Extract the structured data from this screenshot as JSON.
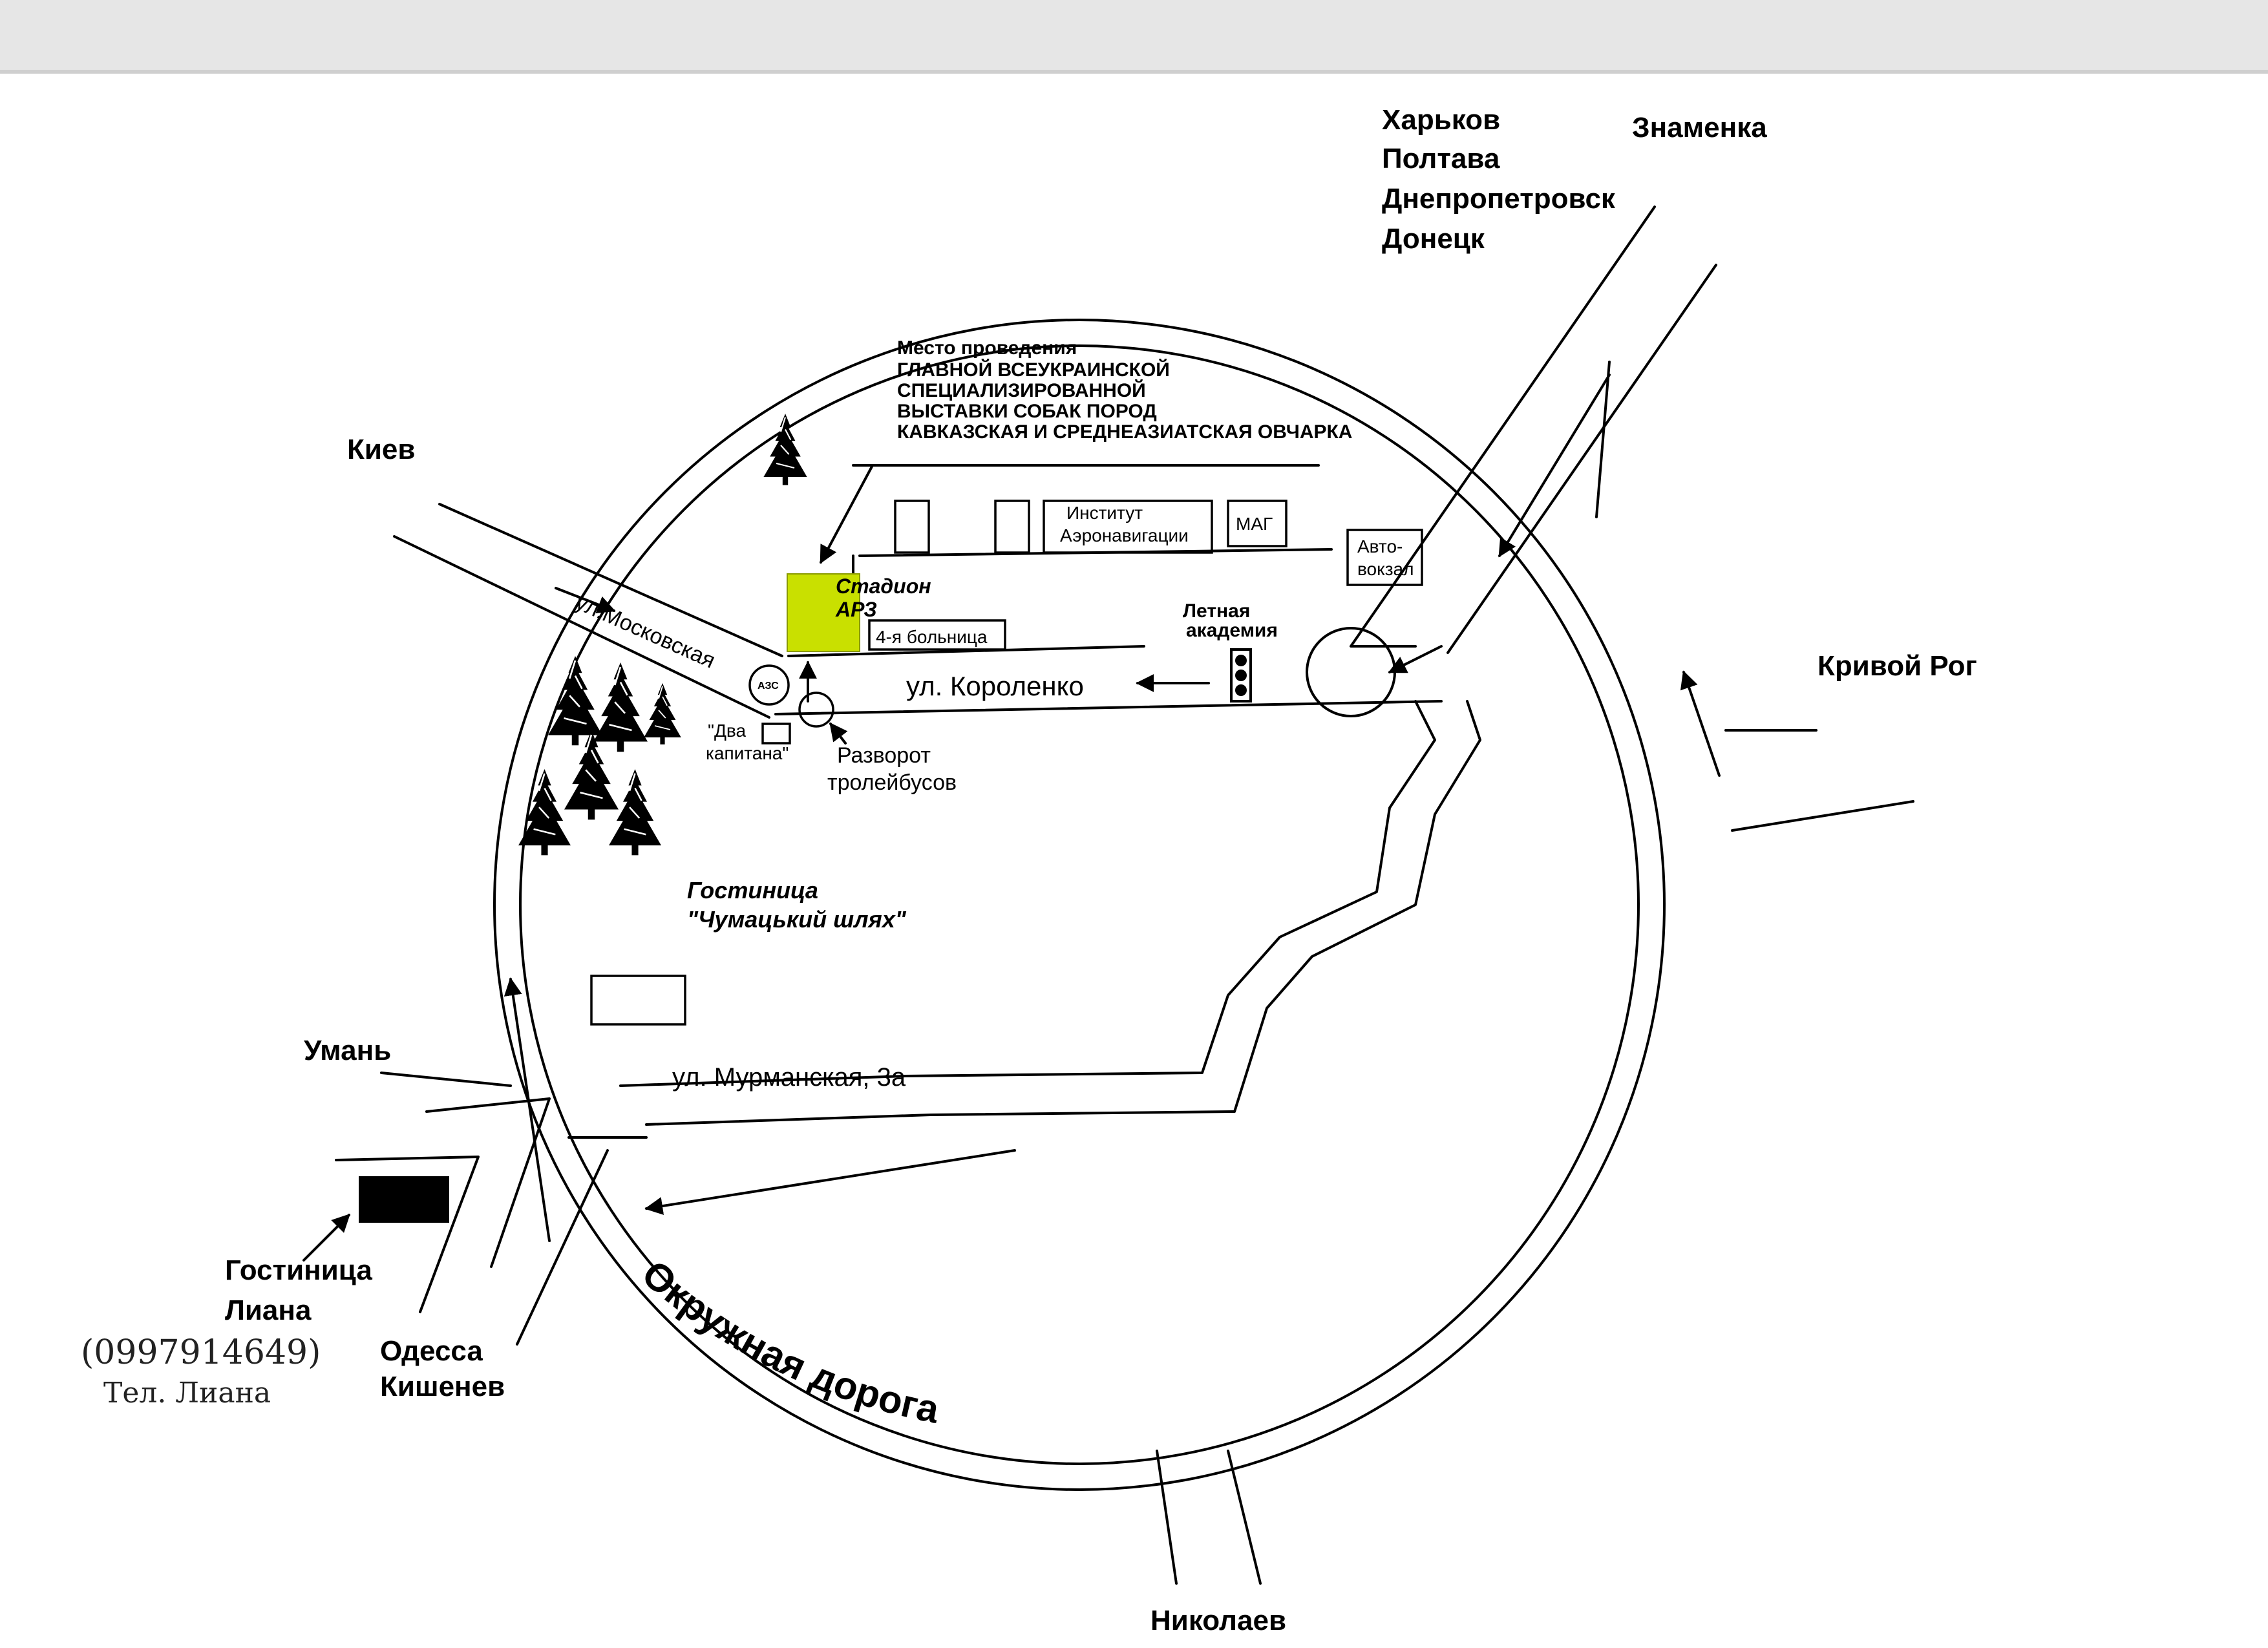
{
  "colors": {
    "ink": "#000000",
    "stadium": "#c9e000",
    "paper": "#ffffff"
  },
  "cities": {
    "kharkov": "Харьков",
    "poltava": "Полтава",
    "dnepropetrovsk": "Днепропетровск",
    "donetsk": "Донецк",
    "znamenka": "Знаменка",
    "kiev": "Киев",
    "krivoy_rog": "Кривой Рог",
    "uman": "Умань",
    "odessa": "Одесса",
    "kishenev": "Кишенев",
    "nikolaev": "Николаев"
  },
  "event": {
    "line1": "Место проведения",
    "line2": "ГЛАВНОЙ ВСЕУКРАИНСКОЙ",
    "line3": "СПЕЦИАЛИЗИРОВАННОЙ",
    "line4": "ВЫСТАВКИ СОБАК ПОРОД",
    "line5": "КАВКАЗСКАЯ И СРЕДНЕАЗИАТСКАЯ ОВЧАРКА"
  },
  "places": {
    "institute_1": "Институт",
    "institute_2": "Аэронавигации",
    "mag": "МАГ",
    "bus_station_1": "Авто-",
    "bus_station_2": "вокзал",
    "stadium_1": "Стадион",
    "stadium_2": "АРЗ",
    "hospital": "4-я больница",
    "academy_1": "Летная",
    "academy_2": "академия",
    "azs": "АЗС",
    "two_captains_1": "\"Два",
    "two_captains_2": "капитана\"",
    "turn_1": "Разворот",
    "turn_2": "тролейбусов",
    "hotel_chum_1": "Гостиница",
    "hotel_chum_2": "\"Чумацький шлях\"",
    "hotel_liana_1": "Гостиница",
    "hotel_liana_2": "Лиана"
  },
  "streets": {
    "moskovskaya": "ул.Московская",
    "korolenko": "ул. Короленко",
    "murmanskaya": "ул. Мурманская, 3а",
    "ring": "Окружная дорога"
  },
  "handwriting": {
    "phone": "(0997914649)",
    "tel": "Тел. Лиана"
  }
}
